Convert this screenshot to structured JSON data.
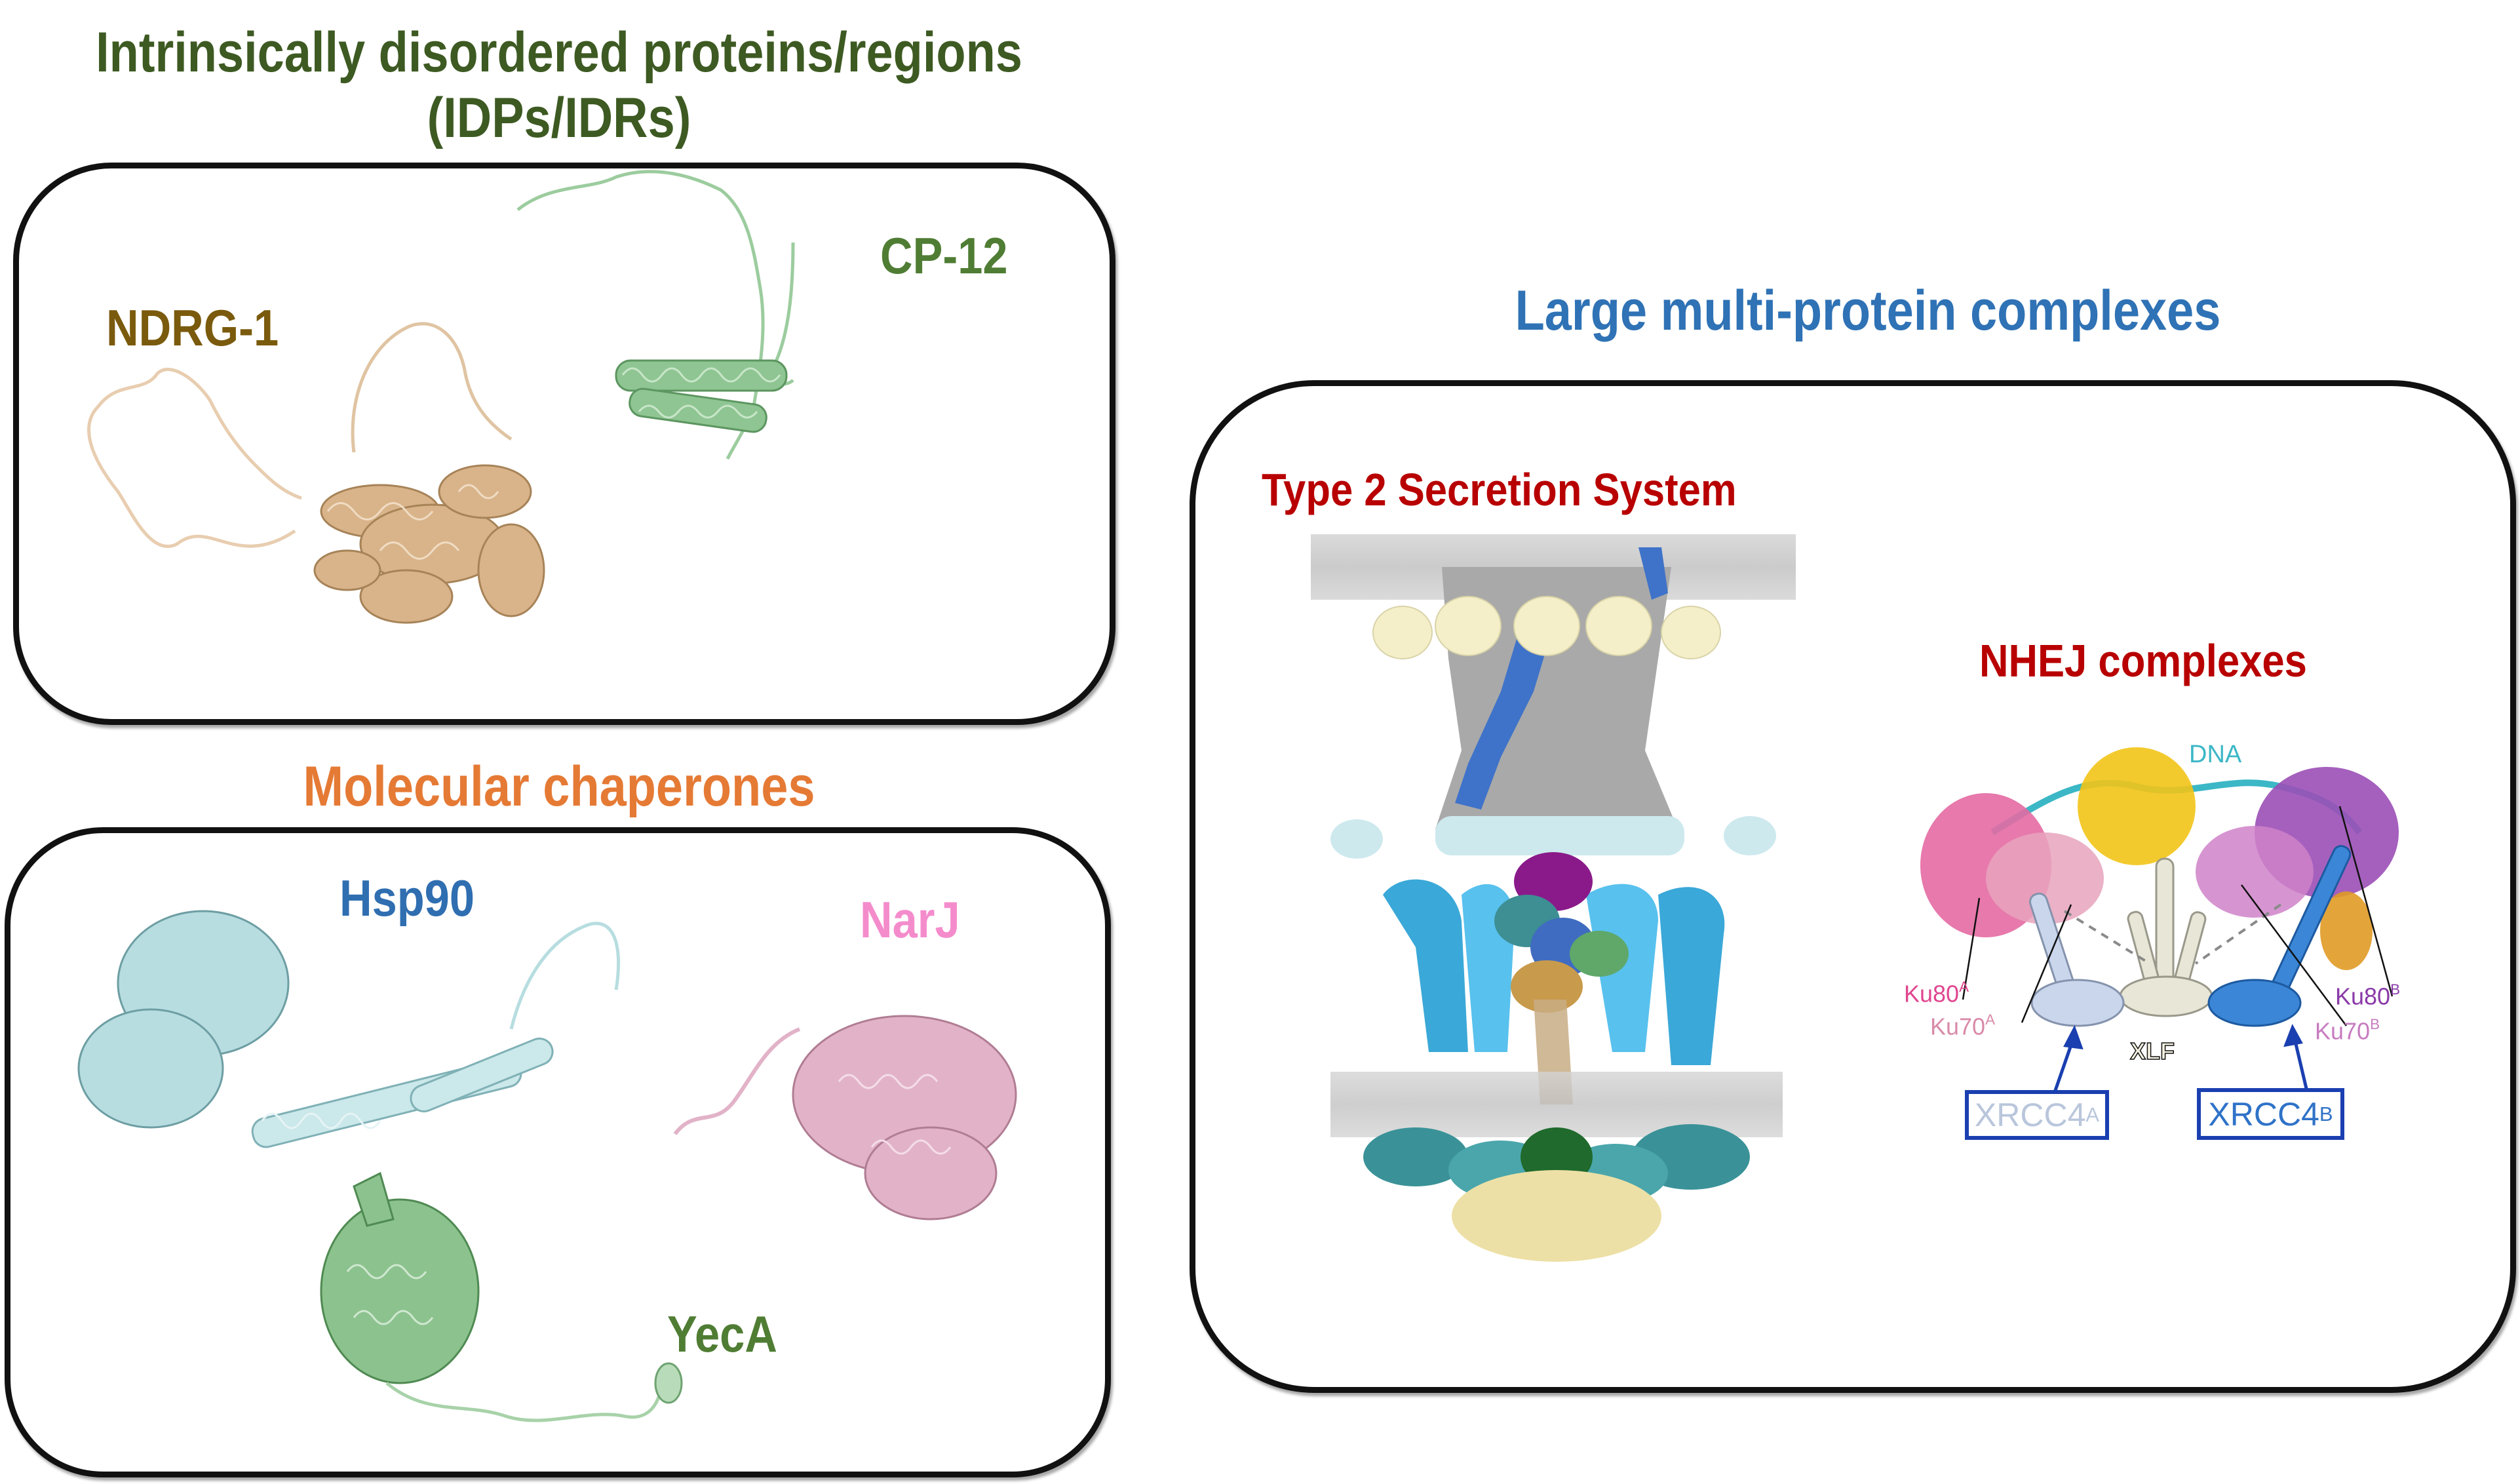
{
  "sections": {
    "idp": {
      "title_line1": "Intrinsically disordered proteins/regions",
      "title_line2": "(IDPs/IDRs)",
      "color": "#3d5a22",
      "proteins": [
        {
          "name": "NDRG-1",
          "color": "#7a5a0c",
          "structure_color": "#e2c4a0"
        },
        {
          "name": "CP-12",
          "color": "#4f7d34",
          "structure_color": "#98c89a"
        }
      ]
    },
    "chaperones": {
      "title": "Molecular chaperones",
      "color": "#e57a35",
      "proteins": [
        {
          "name": "Hsp90",
          "color": "#2f6eb0",
          "structure_color": "#b7dde0"
        },
        {
          "name": "NarJ",
          "color": "#f48ccc",
          "structure_color": "#e2b3c8"
        },
        {
          "name": "YecA",
          "color": "#4f7d34",
          "structure_color": "#8cc28e"
        }
      ]
    },
    "complexes": {
      "title": "Large multi-protein complexes",
      "color": "#2f72b5",
      "t2ss": {
        "title": "Type 2 Secretion System",
        "color": "#b80000"
      },
      "nhej": {
        "title": "NHEJ complexes",
        "color": "#b80000",
        "labels": {
          "dna": "DNA",
          "ku80a": {
            "base": "Ku80",
            "sup": "A"
          },
          "ku70a": {
            "base": "Ku70",
            "sup": "A"
          },
          "ku80b": {
            "base": "Ku80",
            "sup": "B"
          },
          "ku70b": {
            "base": "Ku70",
            "sup": "B"
          },
          "xlf": "XLF",
          "xrcc4a": {
            "base": "XRCC4",
            "sup": "A"
          },
          "xrcc4b": {
            "base": "XRCC4",
            "sup": "B"
          }
        },
        "label_colors": {
          "dna": "#3bb7c6",
          "ku80a": "#e0468f",
          "ku70a": "#d98aa8",
          "ku80b": "#8a3aa8",
          "ku70b": "#c77cc0",
          "xrcc4a": "#b9c6dc",
          "xrcc4b": "#2f72c8",
          "xrcc4_box": "#1a3fb0"
        }
      }
    }
  }
}
